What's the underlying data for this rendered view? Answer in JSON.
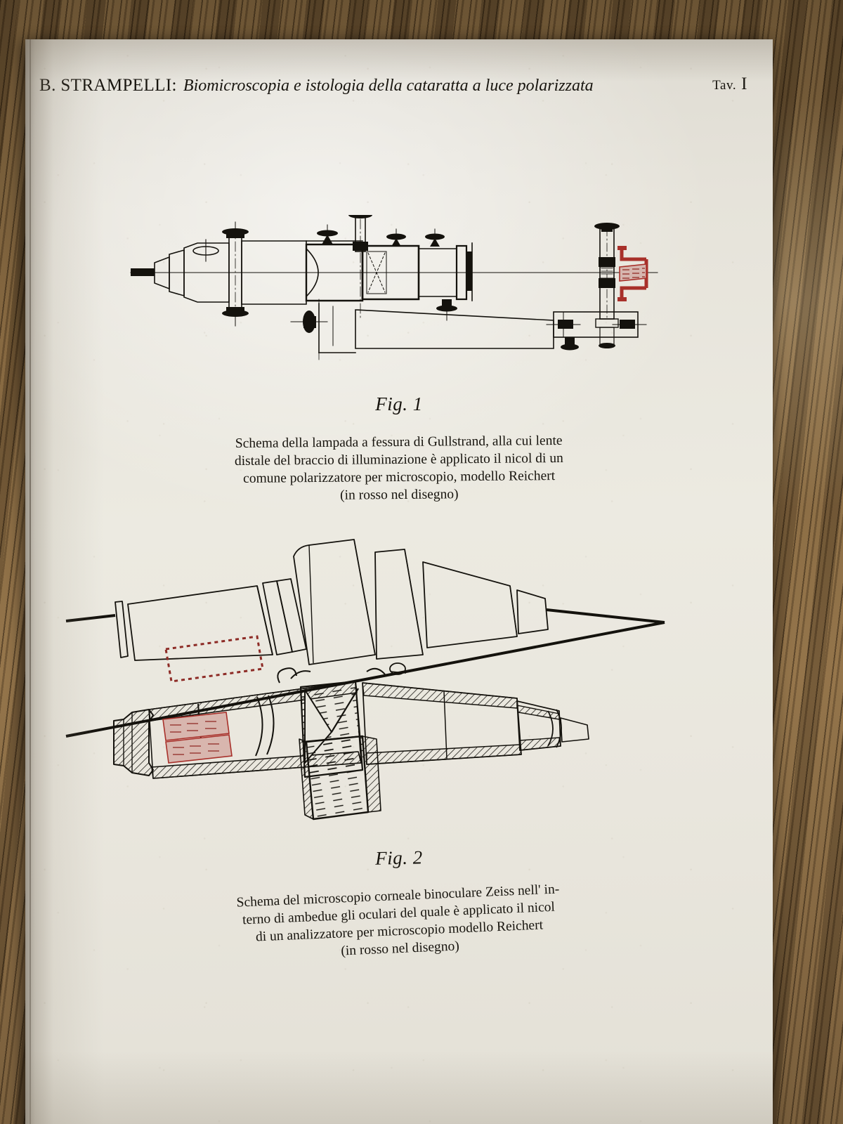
{
  "page": {
    "plate_label": "Tav.",
    "plate_number": "I"
  },
  "running_head": {
    "author": "B. STRAMPELLI:",
    "title": "Biomicroscopia e istologia della cataratta a luce polarizzata"
  },
  "figures": [
    {
      "number": "Fig. 1",
      "subject": "schema-lampada-fessura-gullstrand",
      "caption_lines": [
        "Schema della lampada a fessura di Gullstrand, alla cui lente",
        "distale del braccio di illuminazione è applicato il nicol di un",
        "comune polarizzatore per microscopio, modello Reichert",
        "(in rosso nel disegno)"
      ]
    },
    {
      "number": "Fig. 2",
      "subject": "schema-microscopio-corneale-binoculare-zeiss",
      "caption_lines": [
        "Schema del microscopio corneale binoculare Zeiss nell' in-",
        "terno di ambedue gli oculari del quale è applicato il nicol",
        "di un analizzatore per microscopio modello Reichert",
        "(in rosso nel disegno)"
      ]
    }
  ],
  "colors": {
    "ink": "#14120d",
    "highlight_red": "#a8302a",
    "paper": "#eceae1",
    "table_wood": "#7a5c36"
  }
}
